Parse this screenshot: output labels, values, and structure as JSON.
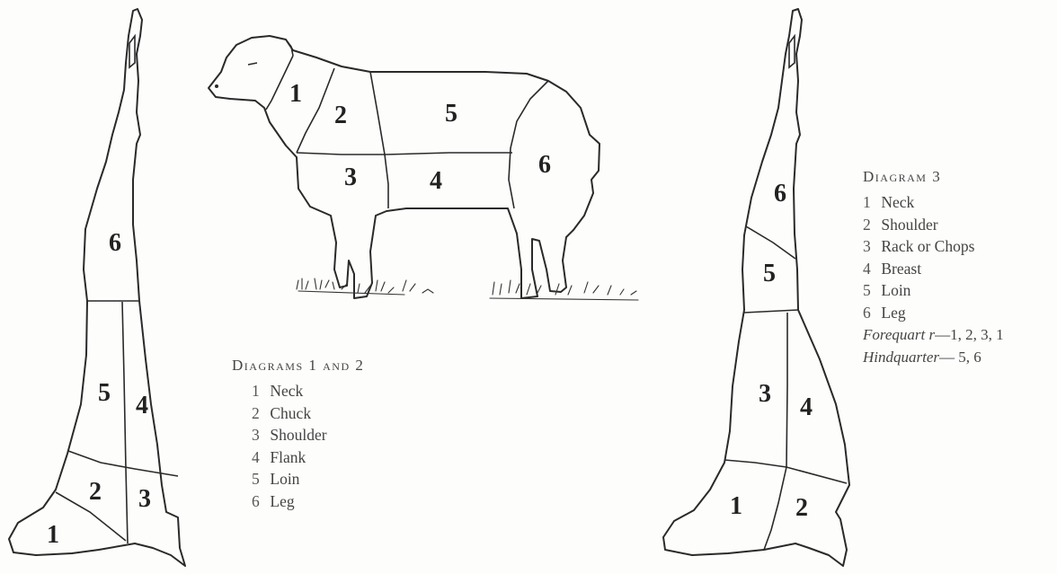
{
  "diagrams_1_2": {
    "title": "Diagrams 1 and 2",
    "items": [
      {
        "num": "1",
        "name": "Neck"
      },
      {
        "num": "2",
        "name": "Chuck"
      },
      {
        "num": "3",
        "name": "Shoulder"
      },
      {
        "num": "4",
        "name": "Flank"
      },
      {
        "num": "5",
        "name": "Loin"
      },
      {
        "num": "6",
        "name": "Leg"
      }
    ]
  },
  "diagram_3": {
    "title": "Diagram 3",
    "items": [
      {
        "num": "1",
        "name": "Neck"
      },
      {
        "num": "2",
        "name": "Shoulder"
      },
      {
        "num": "3",
        "name": "Rack or Chops"
      },
      {
        "num": "4",
        "name": "Breast"
      },
      {
        "num": "5",
        "name": "Loin"
      },
      {
        "num": "6",
        "name": "Leg"
      }
    ],
    "forequarter_label": "Forequart r",
    "forequarter_parts": "—1, 2, 3, 1",
    "hindquarter_label": "Hindquarter",
    "hindquarter_parts": "— 5, 6"
  },
  "region_labels": {
    "lamb": [
      "1",
      "2",
      "3",
      "4",
      "5",
      "6"
    ],
    "carcass_left": [
      "1",
      "2",
      "3",
      "4",
      "5",
      "6"
    ],
    "carcass_right": [
      "1",
      "2",
      "3",
      "4",
      "5",
      "6"
    ]
  }
}
